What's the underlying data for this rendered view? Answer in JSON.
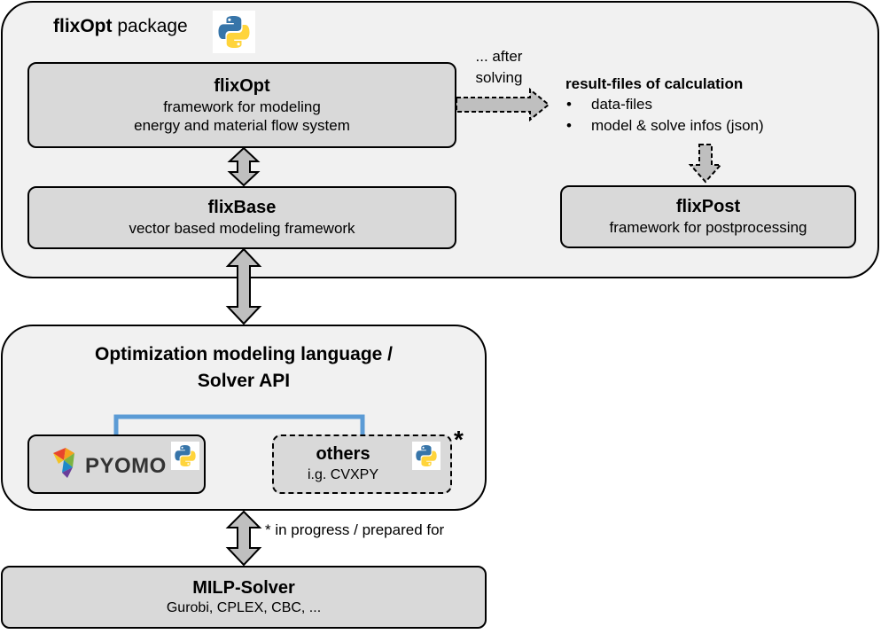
{
  "package": {
    "title_bold": "flixOpt",
    "title_rest": " package",
    "python_icon": "python-logo-icon"
  },
  "flixopt": {
    "title": "flixOpt",
    "line1": "framework for modeling",
    "line2": "energy and material flow system"
  },
  "flixbase": {
    "title": "flixBase",
    "line1": "vector based modeling framework"
  },
  "after_solving": {
    "line1": "... after",
    "line2": "solving"
  },
  "results": {
    "title": "result-files of calculation",
    "bullets": [
      "data-files",
      "model & solve infos (json)"
    ]
  },
  "flixpost": {
    "title": "flixPost",
    "line1": "framework for postprocessing"
  },
  "oml": {
    "title_line1": "Optimization modeling language /",
    "title_line2": "Solver API",
    "pyomo": {
      "label": "PYOMO",
      "logo_icon": "pyomo-bird-icon",
      "python_icon": "python-logo-icon"
    },
    "others": {
      "title": "others",
      "subtitle": "i.g. CVXPY",
      "marker": "*",
      "python_icon": "python-logo-icon"
    }
  },
  "progress_note": "* in progress / prepared for",
  "milp": {
    "title": "MILP-Solver",
    "line1": "Gurobi, CPLEX, CBC, ..."
  },
  "colors": {
    "container_fill": "#f1f1f1",
    "box_fill": "#d9d9d9",
    "connector_blue": "#5b9bd5",
    "arrow_fill": "#bfbfbf",
    "python_blue": "#3775a9",
    "python_yellow": "#ffd43b"
  }
}
